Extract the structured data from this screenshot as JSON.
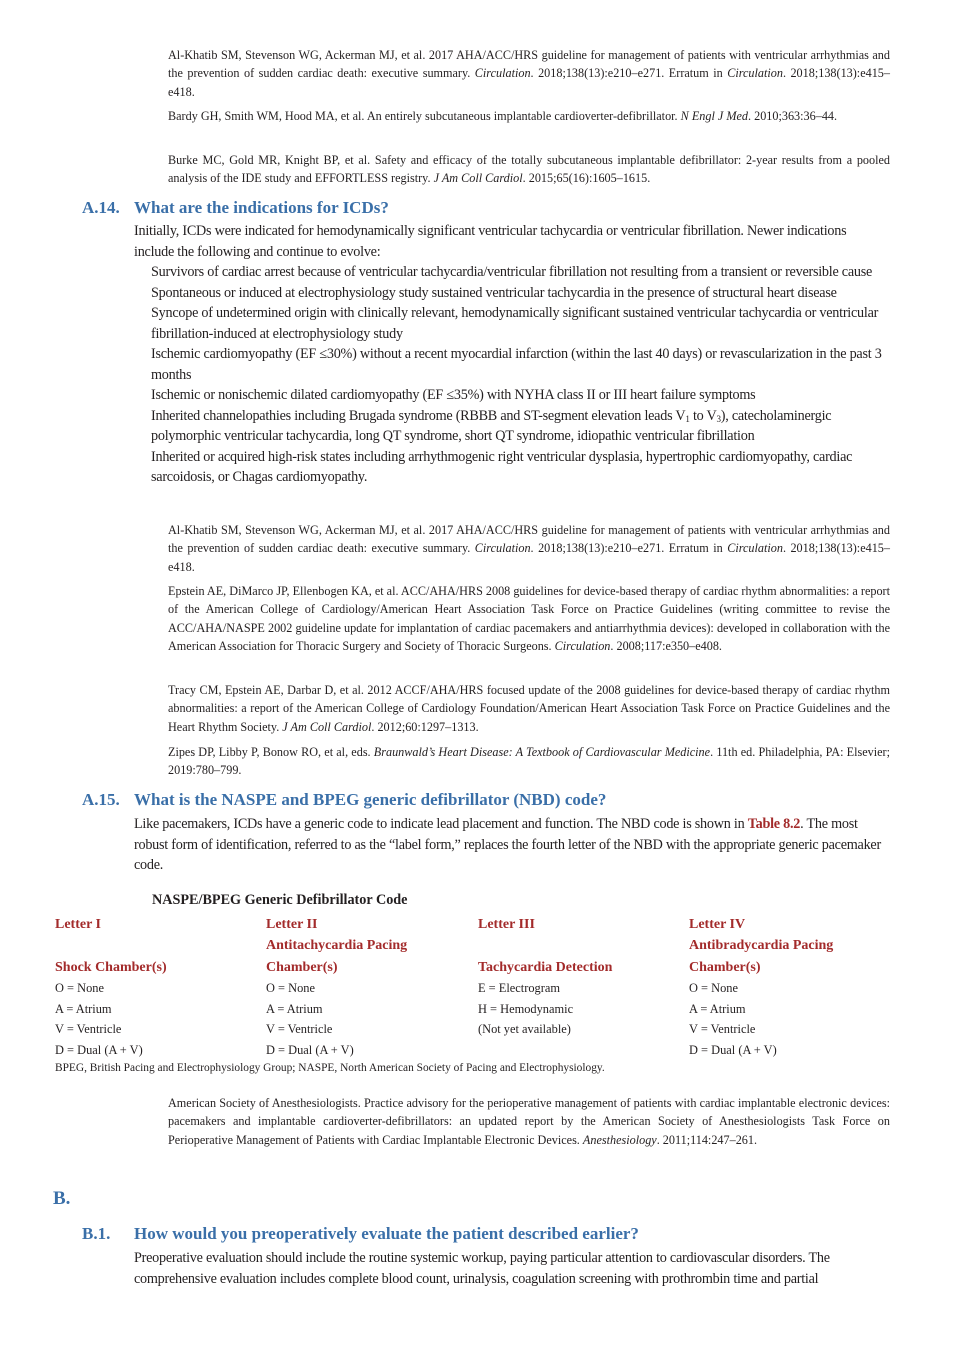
{
  "refs_top": [
    {
      "pre": "Al-Khatib SM, Stevenson WG, Ackerman MJ, et al. 2017 AHA/ACC/HRS guideline for management of patients with ventricular arrhythmias and the prevention of sudden cardiac death: executive summary. ",
      "journal": "Circulation",
      "post": ". 2018;138(13):e210–e271. Erratum in ",
      "journal2": "Circulation",
      "post2": ". 2018;138(13):e415–e418."
    },
    {
      "pre": "Bardy GH, Smith WM, Hood MA, et al. An entirely subcutaneous implantable cardioverter-defibrillator. ",
      "journal": "N Engl J Med",
      "post": ". 2010;363:36–44."
    },
    {
      "pre": "Burke MC, Gold MR, Knight BP, et al. Safety and efficacy of the totally subcutaneous implantable defibrillator: 2-year results from a pooled analysis of the IDE study and EFFORTLESS registry. ",
      "journal": "J Am Coll Cardiol",
      "post": ". 2015;65(16):1605–1615."
    }
  ],
  "q14": {
    "num": "A.14.",
    "title": "What are the indications for ICDs?",
    "intro": "Initially, ICDs were indicated for hemodynamically significant ventricular tachycardia or ventricular fibrillation. Newer indications include the following and continue to evolve:",
    "items": [
      "Survivors of cardiac arrest because of ventricular tachycardia/ventricular fibrillation not resulting from a transient or reversible cause",
      "Spontaneous or induced at electrophysiology study sustained ventricular tachycardia in the presence of structural heart disease",
      "Syncope of undetermined origin with clinically relevant, hemodynamically significant sustained ventricular tachycardia or ventricular fibrillation-induced at electrophysiology study",
      "Ischemic cardiomyopathy (EF ≤30%) without a recent myocardial infarction (within the last 40 days) or revascularization in the past 3 months",
      "Ischemic or nonischemic dilated cardiomyopathy (EF ≤35%) with NYHA class II or III heart failure symptoms"
    ],
    "item6_a": "Inherited channelopathies including Brugada syndrome (RBBB and ST-segment elevation leads V",
    "item6_sub1": "1",
    "item6_b": " to V",
    "item6_sub2": "3",
    "item6_c": "), catecholaminergic polymorphic ventricular tachycardia, long QT syndrome, short QT syndrome, idiopathic ventricular fibrillation",
    "item7": "Inherited or acquired high-risk states including arrhythmogenic right ventricular dysplasia, hypertrophic cardiomyopathy, cardiac sarcoidosis, or Chagas cardiomyopathy."
  },
  "refs_mid": [
    {
      "pre": "Al-Khatib SM, Stevenson WG, Ackerman MJ, et al. 2017 AHA/ACC/HRS guideline for management of patients with ventricular arrhythmias and the prevention of sudden cardiac death: executive summary. ",
      "journal": "Circulation",
      "post": ". 2018;138(13):e210–e271. Erratum in ",
      "journal2": "Circulation",
      "post2": ". 2018;138(13):e415–e418."
    },
    {
      "pre": "Epstein AE, DiMarco JP, Ellenbogen KA, et al. ACC/AHA/HRS 2008 guidelines for device-based therapy of cardiac rhythm abnormalities: a report of the American College of Cardiology/American Heart Association Task Force on Practice Guidelines (writing committee to revise the ACC/AHA/NASPE 2002 guideline update for implantation of cardiac pacemakers and antiarrhythmia devices): developed in collaboration with the American Association for Thoracic Surgery and Society of Thoracic Surgeons. ",
      "journal": "Circulation",
      "post": ". 2008;117:e350–e408."
    },
    {
      "pre": "Tracy CM, Epstein AE, Darbar D, et al. 2012 ACCF/AHA/HRS focused update of the 2008 guidelines for device-based therapy of cardiac rhythm abnormalities: a report of the American College of Cardiology Foundation/American Heart Association Task Force on Practice Guidelines and the Heart Rhythm Society. ",
      "journal": "J Am Coll Cardiol",
      "post": ". 2012;60:1297–1313."
    },
    {
      "pre": "Zipes DP, Libby P, Bonow RO, et al, eds. ",
      "journal": "Braunwald’s Heart Disease: A Textbook of Cardiovascular Medicine",
      "post": ". 11th ed. Philadelphia, PA: Elsevier; 2019:780–799."
    }
  ],
  "q15": {
    "num": "A.15.",
    "title": "What is the NASPE and BPEG generic defibrillator (NBD) code?",
    "text_a": "Like pacemakers, ICDs have a generic code to indicate lead placement and function. The NBD code is shown in ",
    "link": "Table 8.2",
    "text_b": ". The most robust form of identification, referred to as the “label form,” replaces the fourth letter of the NBD with the appropriate generic pacemaker code."
  },
  "table": {
    "title": "NASPE/BPEG Generic Defibrillator Code",
    "columns": [
      {
        "letter": "Letter I",
        "heading1": "",
        "heading2": "Shock Chamber(s)",
        "rows": [
          "O = None",
          "A = Atrium",
          "V = Ventricle",
          "D = Dual (A + V)"
        ]
      },
      {
        "letter": "Letter II",
        "heading1": "Antitachycardia Pacing",
        "heading2": "Chamber(s)",
        "rows": [
          "O = None",
          "A = Atrium",
          "V = Ventricle",
          "D = Dual (A + V)"
        ]
      },
      {
        "letter": "Letter III",
        "heading1": "",
        "heading2": "Tachycardia Detection",
        "rows": [
          "E = Electrogram",
          "H = Hemodynamic",
          "(Not yet available)",
          ""
        ]
      },
      {
        "letter": "Letter IV",
        "heading1": "Antibradycardia Pacing",
        "heading2": "Chamber(s)",
        "rows": [
          "O = None",
          "A = Atrium",
          "V = Ventricle",
          "D = Dual (A + V)"
        ]
      }
    ],
    "footnote": "BPEG, British Pacing and Electrophysiology Group; NASPE, North American Society of Pacing and Electrophysiology."
  },
  "ref_asa": {
    "pre": "American Society of Anesthesiologists. Practice advisory for the perioperative management of patients with cardiac implantable electronic devices: pacemakers and implantable cardioverter-defibrillators: an updated report by the American Society of Anesthesiologists Task Force on Perioperative Management of Patients with Cardiac Implantable Electronic Devices. ",
    "journal": "Anesthesiology",
    "post": ". 2011;114:247–261."
  },
  "section_b": "B.",
  "qb1": {
    "num": "B.1.",
    "title": "How would you preoperatively evaluate the patient described earlier?",
    "text": "Preoperative evaluation should include the routine systemic workup, paying particular attention to cardiovascular disorders. The comprehensive evaluation includes complete blood count, urinalysis, coagulation screening with prothrombin time and partial"
  }
}
